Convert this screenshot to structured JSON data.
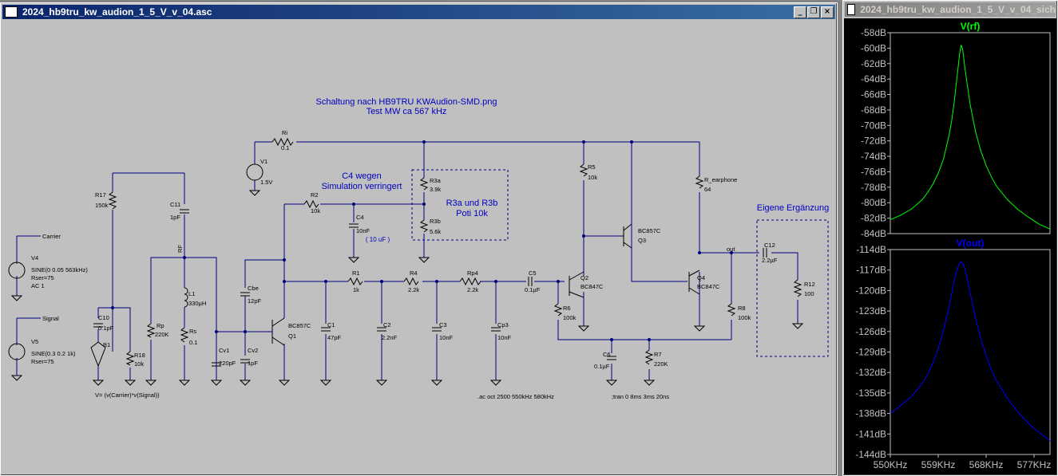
{
  "schematic_window": {
    "title": "2024_hb9tru_kw_audion_1_5_V_v_04.asc",
    "controls": {
      "minimize": "_",
      "restore": "❐",
      "close": "×"
    },
    "title_line1": "Schaltung nach HB9TRU  KWAudion-SMD.png",
    "title_line2": "Test MW ca 567 kHz",
    "note_c4_line1": "C4 wegen",
    "note_c4_line2": "Simulation verringert",
    "note_c4_value": "( 10 uF )",
    "note_r3_line1": "R3a und R3b",
    "note_r3_line2": "Poti 10k",
    "note_ergaenzung": "Eigene Ergänzung",
    "directive_ac": ".ac oct 2500 550kHz 580kHz",
    "directive_tran": ";tran 0 8ms 3ms 20ns",
    "expr_b1": "V= (v(Carrier)*v(Signal))",
    "net_carrier": "Carrier",
    "net_signal": "Signal",
    "net_rf": "RF",
    "net_out": "out",
    "components": {
      "v4": {
        "name": "V4",
        "value1": "SINE(0 0.05 563kHz)",
        "value2": "Rser=75",
        "value3": "AC 1"
      },
      "v5": {
        "name": "V5",
        "value1": "SINE(0.3 0.2 1k)",
        "value2": "Rser=75"
      },
      "r17": {
        "name": "R17",
        "value": "150k"
      },
      "c11": {
        "name": "C11",
        "value": "1pF"
      },
      "c10": {
        "name": "C10",
        "value": "0.1pF"
      },
      "b1": {
        "name": "B1"
      },
      "r18": {
        "name": "R18",
        "value": "10k"
      },
      "rp": {
        "name": "Rp",
        "value": "220K"
      },
      "l1": {
        "name": "L1",
        "value": "330µH"
      },
      "rs": {
        "name": "Rs",
        "value": "0.1"
      },
      "cv1": {
        "name": "Cv1",
        "value": "220pF"
      },
      "cv2": {
        "name": "Cv2",
        "value": "1pF"
      },
      "cbe": {
        "name": "Cbe",
        "value": "12pF"
      },
      "q1": {
        "name": "Q1",
        "value": "BC857C"
      },
      "ri": {
        "name": "Ri",
        "value": "0.1"
      },
      "v1": {
        "name": "V1",
        "value": "1.5V"
      },
      "r2": {
        "name": "R2",
        "value": "10k"
      },
      "c4": {
        "name": "C4",
        "value": "10nF"
      },
      "r3a": {
        "name": "R3a",
        "value": "3.9k"
      },
      "r3b": {
        "name": "R3b",
        "value": "5.6k"
      },
      "r1": {
        "name": "R1",
        "value": "1k"
      },
      "r4": {
        "name": "R4",
        "value": "2.2k"
      },
      "rp4": {
        "name": "Rp4",
        "value": "2.2k"
      },
      "c1": {
        "name": "C1",
        "value": "47pF"
      },
      "c2": {
        "name": "C2",
        "value": "2.2nF"
      },
      "c3": {
        "name": "C3",
        "value": "10nF"
      },
      "cp3": {
        "name": "Cp3",
        "value": "10nF"
      },
      "c5": {
        "name": "C5",
        "value": "0.1µF"
      },
      "q2": {
        "name": "Q2",
        "value": "BC847C"
      },
      "r5": {
        "name": "R5",
        "value": "10k"
      },
      "q3": {
        "name": "Q3",
        "value": "BC857C"
      },
      "r6": {
        "name": "R6",
        "value": "100k"
      },
      "c6": {
        "name": "C6",
        "value": "0.1µF"
      },
      "r7": {
        "name": "R7",
        "value": "220K"
      },
      "rear": {
        "name": "R_earphone",
        "value": "64"
      },
      "q4": {
        "name": "Q4",
        "value": "BC847C"
      },
      "r8": {
        "name": "R8",
        "value": "100k"
      },
      "c12": {
        "name": "C12",
        "value": "2.2µF"
      },
      "r12": {
        "name": "R12",
        "value": "100"
      }
    }
  },
  "waveform_window": {
    "title": "2024_hb9tru_kw_audion_1_5_V_v_04_sich",
    "bg": "#000000",
    "green": "#00ff00",
    "blue": "#0000ff"
  },
  "chart_data": [
    {
      "type": "line",
      "title": "V(rf)",
      "x_ticks": [
        "550KHz",
        "559KHz",
        "568KHz",
        "577KHz"
      ],
      "y_ticks": [
        "-58dB",
        "-60dB",
        "-62dB",
        "-64dB",
        "-66dB",
        "-68dB",
        "-70dB",
        "-72dB",
        "-74dB",
        "-76dB",
        "-78dB",
        "-80dB",
        "-82dB",
        "-84dB"
      ],
      "xlim": [
        550,
        580
      ],
      "ylim": [
        -84,
        -58
      ],
      "series": [
        {
          "name": "V(rf)",
          "color": "#00ff00",
          "x": [
            550,
            552,
            554,
            556,
            557,
            558,
            559,
            560,
            561,
            561.5,
            562,
            562.5,
            563,
            563.3,
            563.6,
            564,
            564.5,
            565,
            566,
            567,
            568,
            569,
            570,
            572,
            574,
            576,
            578,
            580
          ],
          "y": [
            -82.2,
            -81.6,
            -80.8,
            -79.6,
            -78.7,
            -77.6,
            -76.2,
            -74.3,
            -71.4,
            -69.5,
            -67.0,
            -64.0,
            -60.8,
            -59.6,
            -60.2,
            -62.5,
            -65.0,
            -67.3,
            -70.8,
            -73.3,
            -75.2,
            -76.7,
            -77.9,
            -79.6,
            -80.9,
            -81.9,
            -82.8,
            -83.4
          ]
        }
      ]
    },
    {
      "type": "line",
      "title": "V(out)",
      "x_ticks": [
        "550KHz",
        "559KHz",
        "568KHz",
        "577KHz"
      ],
      "y_ticks": [
        "-114dB",
        "-117dB",
        "-120dB",
        "-123dB",
        "-126dB",
        "-129dB",
        "-132dB",
        "-135dB",
        "-138dB",
        "-141dB",
        "-144dB"
      ],
      "xlim": [
        550,
        580
      ],
      "ylim": [
        -144,
        -114
      ],
      "series": [
        {
          "name": "V(out)",
          "color": "#0000ff",
          "x": [
            550,
            552,
            554,
            556,
            557,
            558,
            559,
            560,
            561,
            561.5,
            562,
            562.5,
            563,
            563.3,
            563.6,
            564,
            564.5,
            565,
            566,
            567,
            568,
            569,
            570,
            572,
            574,
            576,
            578,
            580
          ],
          "y": [
            -138.0,
            -136.8,
            -135.5,
            -133.6,
            -132.3,
            -130.6,
            -128.5,
            -125.8,
            -122.5,
            -120.5,
            -118.5,
            -117.0,
            -116.0,
            -115.8,
            -116.0,
            -116.8,
            -118.5,
            -120.4,
            -124.0,
            -127.0,
            -129.5,
            -131.6,
            -133.3,
            -135.8,
            -137.8,
            -139.5,
            -140.8,
            -142.0
          ]
        }
      ]
    }
  ]
}
